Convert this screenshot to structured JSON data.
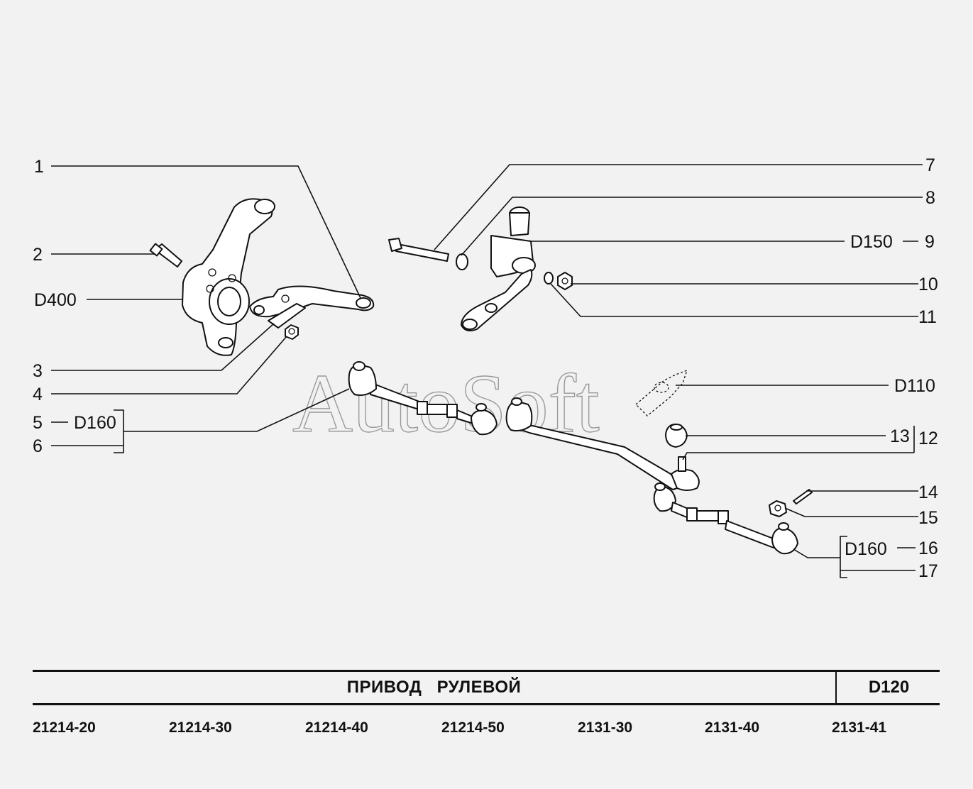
{
  "watermark": "AutoSoft",
  "callouts": {
    "c1": "1",
    "c2": "2",
    "c3": "3",
    "c4": "4",
    "c5": "5",
    "c6": "6",
    "c7": "7",
    "c8": "8",
    "c9": "9",
    "c10": "10",
    "c11": "11",
    "c12": "12",
    "c13": "13",
    "c14": "14",
    "c15": "15",
    "c16": "16",
    "c17": "17"
  },
  "refs": {
    "d400": "D400",
    "d160_left": "D160",
    "d150": "D150",
    "d110": "D110",
    "d160_right": "D160"
  },
  "title": {
    "text": "ПРИВОД   РУЛЕВОЙ",
    "code": "D120"
  },
  "models": [
    "21214-20",
    "21214-30",
    "21214-40",
    "21214-50",
    "2131-30",
    "2131-40",
    "2131-41"
  ]
}
